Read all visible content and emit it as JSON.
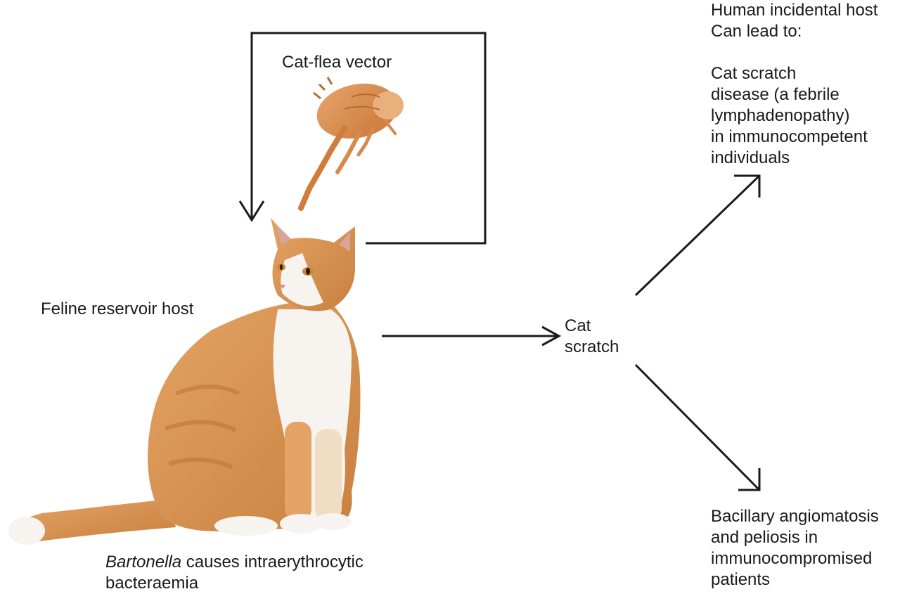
{
  "labels": {
    "flea_vector": "Cat-flea vector",
    "feline_host": "Feline reservoir host",
    "cat_scratch": "Cat\nscratch",
    "human_host": "Human incidental host\nCan lead to:\n\nCat scratch\ndisease (a febrile\nlymphadenopathy)\nin immunocompetent\nindividuals",
    "bacillary": "Bacillary angiomatosis\nand peliosis in\nimmunocompromised\npatients",
    "bartonella_italic": "Bartonella",
    "bartonella_rest": " causes intraerythrocytic\nbacteraemia"
  },
  "colors": {
    "flea": "#d98a4a",
    "cat_orange": "#dc9a5a",
    "cat_white": "#f7f4ef",
    "line": "#1a1a1a"
  },
  "icons": {
    "flea": "flea-illustration",
    "cat": "cat-photo"
  }
}
